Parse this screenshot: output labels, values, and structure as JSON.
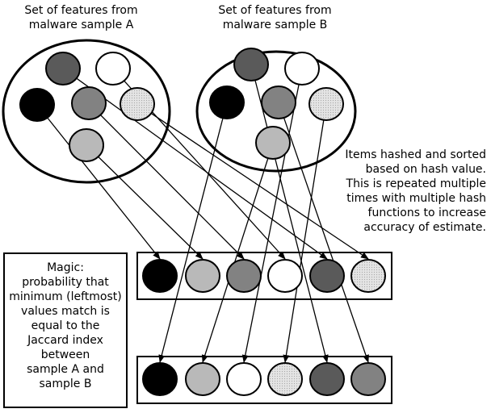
{
  "labels": {
    "sample_a_line1": "Set of features from",
    "sample_a_line2": "malware sample A",
    "sample_b_line1": "Set of features from",
    "sample_b_line2": "malware sample B",
    "note_lines": [
      "Items hashed and sorted",
      "based on hash value.",
      "This is repeated multiple",
      "times with multiple hash",
      "functions to increase",
      "accuracy of estimate."
    ],
    "magic_lines": [
      "Magic:",
      "probability that",
      "minimum (leftmost)",
      "values match is",
      "equal to the",
      "Jaccard index",
      "between",
      "sample A and",
      "sample B"
    ]
  },
  "colors": {
    "black": "#000000",
    "dark_gray": "#5a5a5a",
    "mid_gray": "#828282",
    "light_gray": "#b9b9b9",
    "pale_dotted": "#dcdcdc",
    "white": "#ffffff"
  },
  "set_a_features": [
    "dark_gray",
    "white",
    "black",
    "mid_gray",
    "pale_dotted",
    "light_gray"
  ],
  "set_b_features": [
    "dark_gray",
    "white",
    "black",
    "mid_gray",
    "pale_dotted",
    "light_gray"
  ],
  "sorted_row_1": [
    "black",
    "light_gray",
    "mid_gray",
    "white",
    "dark_gray",
    "pale_dotted"
  ],
  "sorted_row_2": [
    "black",
    "light_gray",
    "white",
    "pale_dotted",
    "dark_gray",
    "mid_gray"
  ]
}
